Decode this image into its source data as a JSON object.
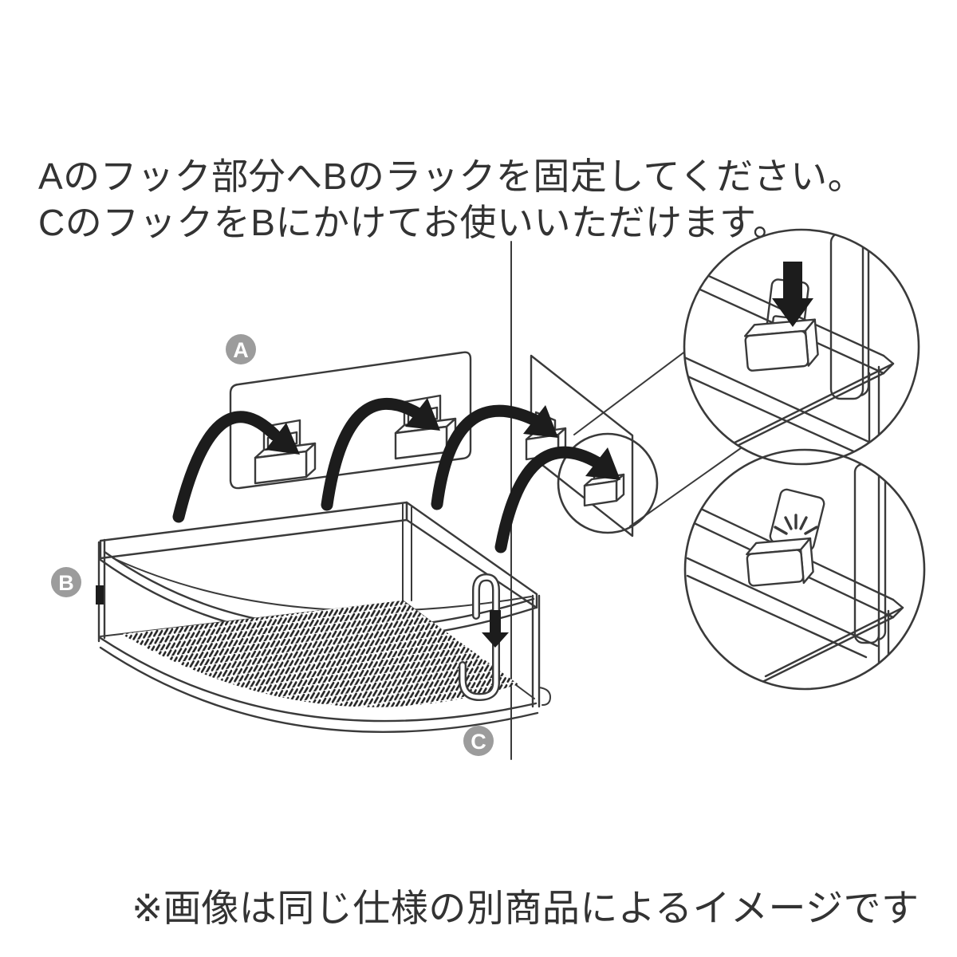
{
  "instructions": {
    "line1": "Aのフック部分へBのラックを固定してください。",
    "line2": "CのフックをBにかけてお使いいただけます。"
  },
  "note": "※画像は同じ仕様の別商品によるイメージです",
  "labels": {
    "part_a": "A",
    "part_b": "B",
    "part_c": "C"
  },
  "colors": {
    "line": "#3a3a3a",
    "ink": "#1c1c1c",
    "label_bg": "#9c9c9c",
    "label_text": "#ffffff",
    "text": "#333333",
    "background": "#ffffff"
  }
}
